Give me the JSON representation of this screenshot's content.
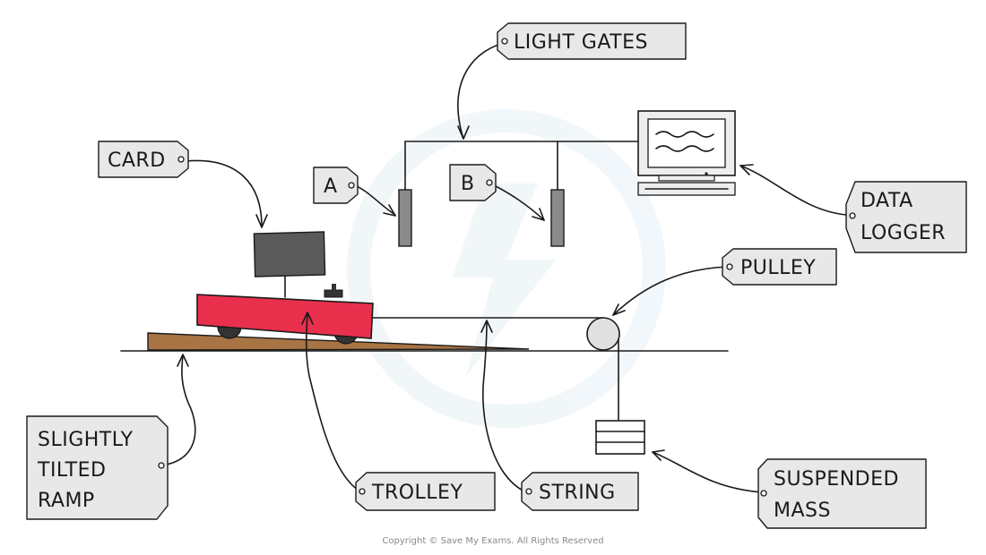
{
  "labels": {
    "light_gates": "LIGHT GATES",
    "card": "CARD",
    "gate_a": "A",
    "gate_b": "B",
    "data_logger": [
      "DATA",
      "LOGGER"
    ],
    "pulley": "PULLEY",
    "ramp": [
      "SLIGHTLY",
      "TILTED",
      "RAMP"
    ],
    "trolley": "TROLLEY",
    "string": "STRING",
    "suspended_mass": [
      "SUSPENDED",
      "MASS"
    ]
  },
  "copyright": "Copyright © Save My Exams. All Rights Reserved",
  "colors": {
    "trolley_body": "#e8304d",
    "card": "#5a5a5a",
    "light_gate": "#8a8a8a",
    "ramp": "#a87444",
    "tag_fill": "#e8e8e8",
    "ink": "#1a1a1a",
    "watermark": "#e6f0f5"
  }
}
